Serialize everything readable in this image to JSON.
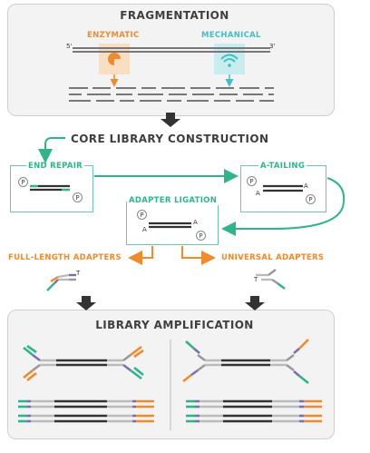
{
  "fragmentation": {
    "title": "FRAGMENTATION",
    "enzymatic_label": "ENZYMATIC",
    "mechanical_label": "MECHANICAL",
    "five_prime": "5'",
    "three_prime": "3'",
    "enzymatic_icon": "pac-man-enzyme-icon",
    "mechanical_icon": "sound-wave-icon"
  },
  "core": {
    "title": "CORE LIBRARY CONSTRUCTION",
    "end_repair": "END REPAIR",
    "a_tailing": "A-TAILING",
    "adapter_ligation": "ADAPTER LIGATION",
    "phosphate": "P",
    "a_base": "A",
    "t_base": "T"
  },
  "adapters": {
    "full_length": "FULL-LENGTH ADAPTERS",
    "universal": "UNIVERSAL ADAPTERS"
  },
  "amplification": {
    "title": "LIBRARY AMPLIFICATION"
  },
  "colors": {
    "orange": "#ef8b2c",
    "green": "#2fb58a",
    "teal": "#3fc0c6",
    "purple": "#7b6fb3",
    "dark": "#333333",
    "gray": "#b5b5b5"
  }
}
